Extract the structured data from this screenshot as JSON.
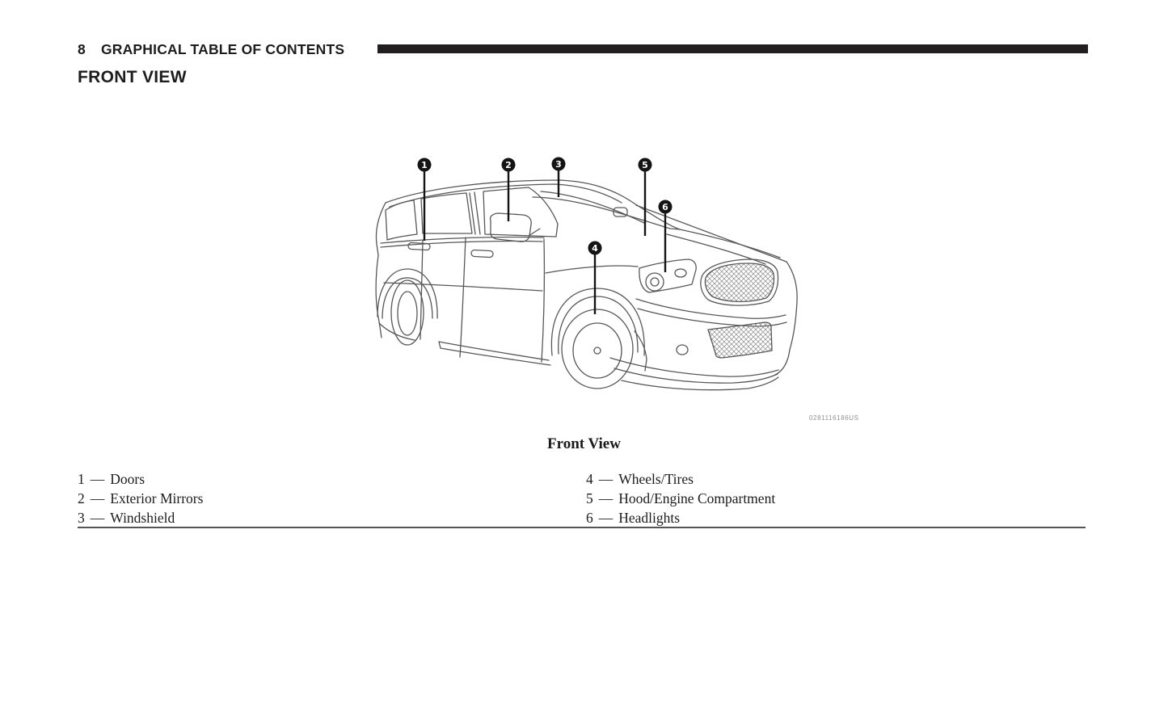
{
  "header": {
    "page_number": "8",
    "section_title": "GRAPHICAL TABLE OF CONTENTS"
  },
  "title": "FRONT VIEW",
  "figure": {
    "caption": "Front View",
    "watermark": "0281116186US"
  },
  "separator": "—",
  "callouts": [
    {
      "num": "1",
      "label": "Doors"
    },
    {
      "num": "2",
      "label": "Exterior Mirrors"
    },
    {
      "num": "3",
      "label": "Windshield"
    },
    {
      "num": "4",
      "label": "Wheels/Tires"
    },
    {
      "num": "5",
      "label": "Hood/Engine Compartment"
    },
    {
      "num": "6",
      "label": "Headlights"
    }
  ]
}
